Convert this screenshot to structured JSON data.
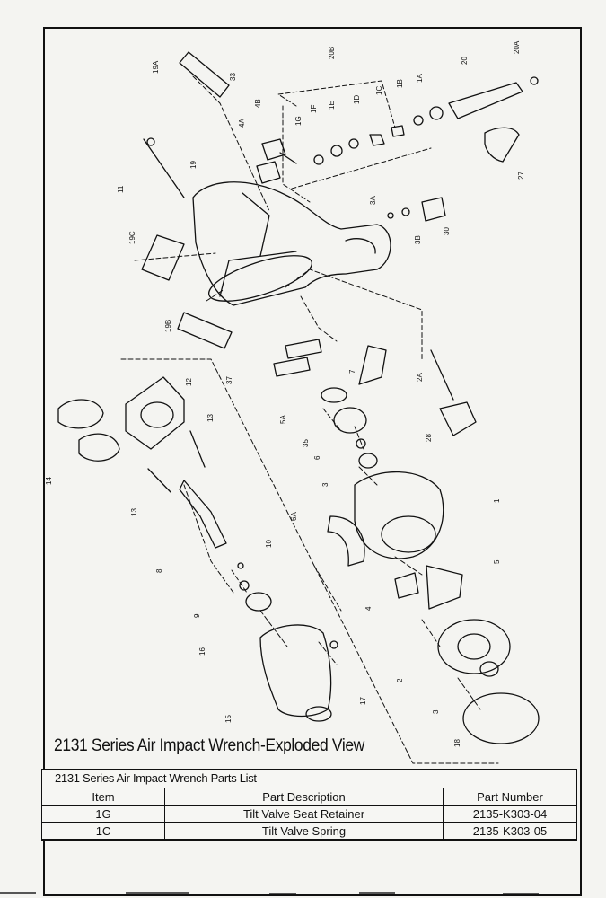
{
  "diagram": {
    "caption": "2131 Series Air Impact Wrench-Exploded View",
    "callouts": [
      "19A",
      "33",
      "20B",
      "20",
      "20A",
      "4A",
      "4B",
      "1G",
      "1F",
      "1E",
      "1D",
      "1C",
      "1B",
      "1A",
      "11",
      "19",
      "27",
      "3A",
      "3B",
      "30",
      "19C",
      "19B",
      "7",
      "2A",
      "37",
      "12",
      "5A",
      "35",
      "28",
      "13",
      "14",
      "6",
      "3",
      "1",
      "13",
      "6A",
      "8",
      "10",
      "5",
      "4",
      "9",
      "16",
      "2",
      "3",
      "15",
      "17",
      "18"
    ]
  },
  "parts_list": {
    "title": "2131 Series Air Impact Wrench Parts List",
    "columns": [
      "Item",
      "Part Description",
      "Part Number"
    ],
    "rows": [
      {
        "item": "1G",
        "description": "Tilt Valve Seat Retainer",
        "part_number": "2135-K303-04"
      },
      {
        "item": "1C",
        "description": "Tilt Valve Spring",
        "part_number": "2135-K303-05"
      }
    ]
  }
}
